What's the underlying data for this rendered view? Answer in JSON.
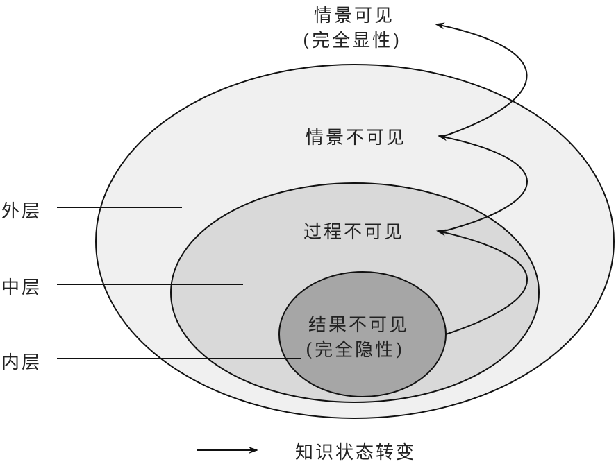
{
  "colors": {
    "outer": "#f0f0f0",
    "middle": "#d9d9d9",
    "inner": "#a6a6a6",
    "stroke": "#111111"
  },
  "labels": {
    "top_line1": "情景可见",
    "top_line2": "(完全显性)",
    "situation_invisible": "情景不可见",
    "process_invisible": "过程不可见",
    "result_line1": "结果不可见",
    "result_line2": "(完全隐性)",
    "outer_layer": "外层",
    "middle_layer": "中层",
    "inner_layer": "内层"
  },
  "legend": {
    "label": "知识状态转变"
  }
}
